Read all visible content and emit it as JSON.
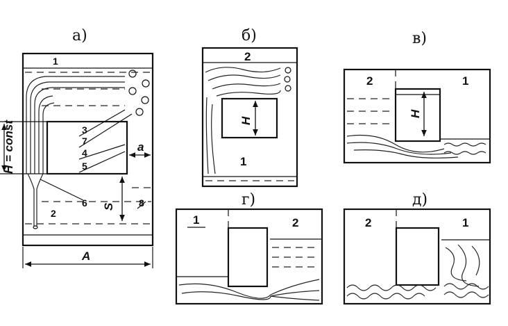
{
  "panels": {
    "a": {
      "title": "а)",
      "labels": [
        "1",
        "2",
        "3",
        "7",
        "4",
        "5",
        "6",
        "8"
      ],
      "dims": {
        "H": "H = const",
        "A": "A",
        "S": "S",
        "a": "a"
      }
    },
    "b": {
      "title": "б)",
      "labels": [
        "2",
        "1"
      ],
      "dims": {
        "H": "H"
      }
    },
    "v": {
      "title": "в)",
      "labels": [
        "2",
        "1"
      ],
      "dims": {
        "H": "H"
      }
    },
    "g": {
      "title": "г)",
      "labels": [
        "1",
        "2"
      ]
    },
    "d": {
      "title": "д)",
      "labels": [
        "2",
        "1"
      ]
    }
  }
}
